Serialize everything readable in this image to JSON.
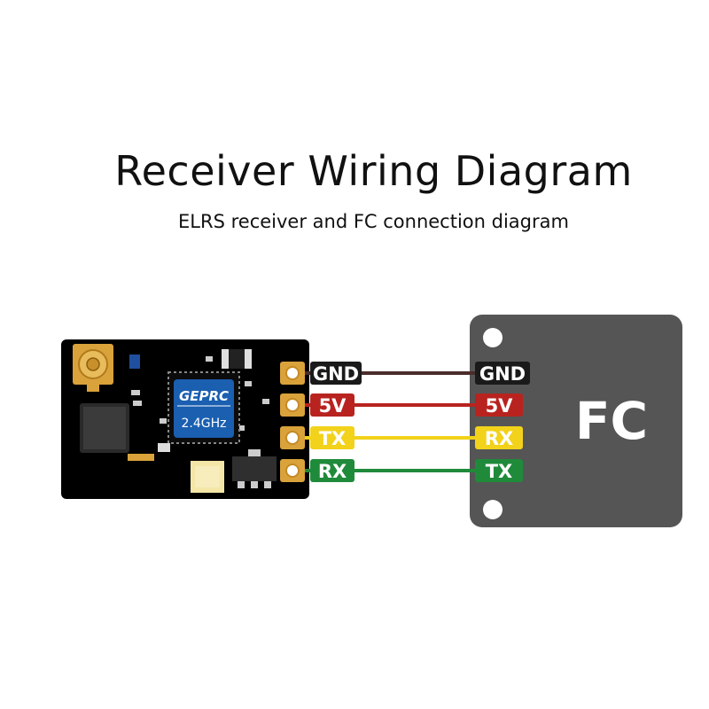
{
  "header": {
    "title": "Receiver Wiring Diagram",
    "subtitle": "ELRS receiver and FC connection diagram"
  },
  "receiver": {
    "brand": "GEPRC",
    "frequency": "2.4GHz",
    "board_color": "#000000",
    "chip_color": "#1a5fb0",
    "pad_color": "#d9a23a"
  },
  "fc": {
    "label": "FC",
    "board_color": "#555555"
  },
  "connections": [
    {
      "receiver_pin": "GND",
      "fc_pin": "GND",
      "wire_color": "#4a2c2a",
      "label_bg": "#1a1a1a",
      "label_fg": "#ffffff"
    },
    {
      "receiver_pin": "5V",
      "fc_pin": "5V",
      "wire_color": "#b8231f",
      "label_bg": "#b8231f",
      "label_fg": "#ffffff"
    },
    {
      "receiver_pin": "TX",
      "fc_pin": "RX",
      "wire_color": "#f2d21a",
      "label_bg": "#f2d21a",
      "label_fg": "#ffffff"
    },
    {
      "receiver_pin": "RX",
      "fc_pin": "TX",
      "wire_color": "#1f8a3a",
      "label_bg": "#1f8a3a",
      "label_fg": "#ffffff"
    }
  ]
}
